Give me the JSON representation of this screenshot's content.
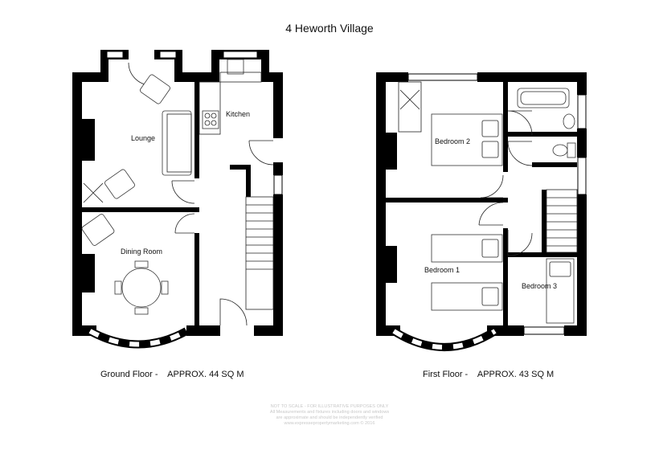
{
  "title": "4 Heworth Village",
  "floors": [
    {
      "name": "Ground Floor -",
      "area": "APPROX. 44 SQ M",
      "rooms": [
        "Lounge",
        "Kitchen",
        "Dining Room"
      ]
    },
    {
      "name": "First Floor -",
      "area": "APPROX. 43 SQ M",
      "rooms": [
        "Bedroom 2",
        "Bedroom 1",
        "Bedroom 3"
      ]
    }
  ],
  "disclaimer": [
    "NOT TO SCALE - FOR ILLUSTRATIVE PURPOSES ONLY",
    "All Measurements and fixtures including doors and windows",
    "are approximate and should be independently verified",
    "www.expressepropertymarketing.com © 2016"
  ]
}
